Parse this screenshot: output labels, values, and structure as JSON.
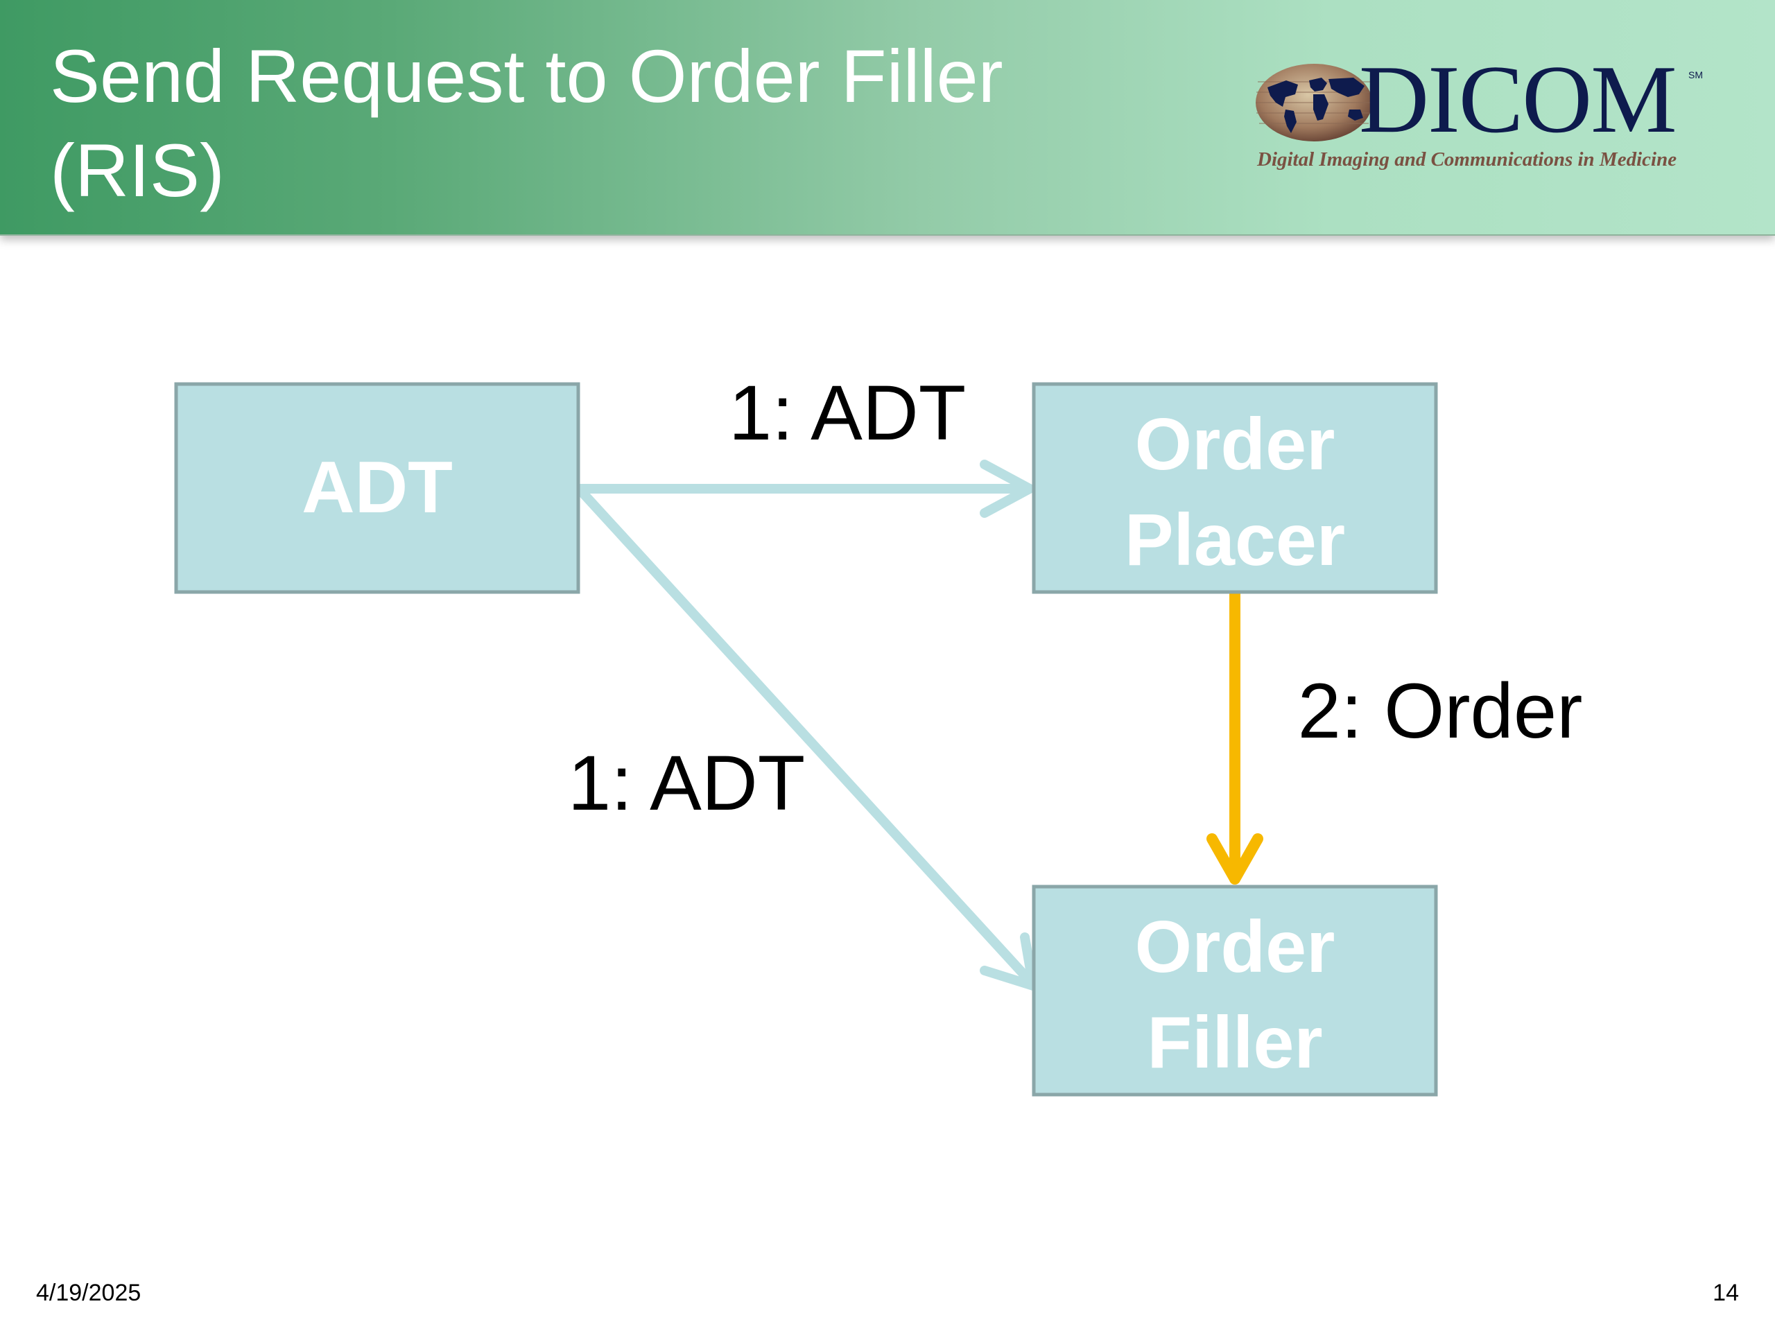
{
  "slide": {
    "title_line1": "Send Request to Order Filler",
    "title_line2": "(RIS)"
  },
  "logo": {
    "wordmark": "DICOM",
    "service_mark": "SM",
    "tagline": "Digital Imaging and Communications in Medicine"
  },
  "diagram": {
    "nodes": {
      "adt": "ADT",
      "order_placer_line1": "Order",
      "order_placer_line2": "Placer",
      "order_filler_line1": "Order",
      "order_filler_line2": "Filler"
    },
    "edges": {
      "adt_to_placer": "1: ADT",
      "adt_to_filler": "1: ADT",
      "placer_to_filler": "2: Order"
    },
    "colors": {
      "box_fill": "#b9dfe2",
      "box_border": "#8aa6a8",
      "adt_arrow": "#b9dfe2",
      "order_arrow": "#f7b800"
    }
  },
  "footer": {
    "date": "4/19/2025",
    "page_number": "14"
  }
}
